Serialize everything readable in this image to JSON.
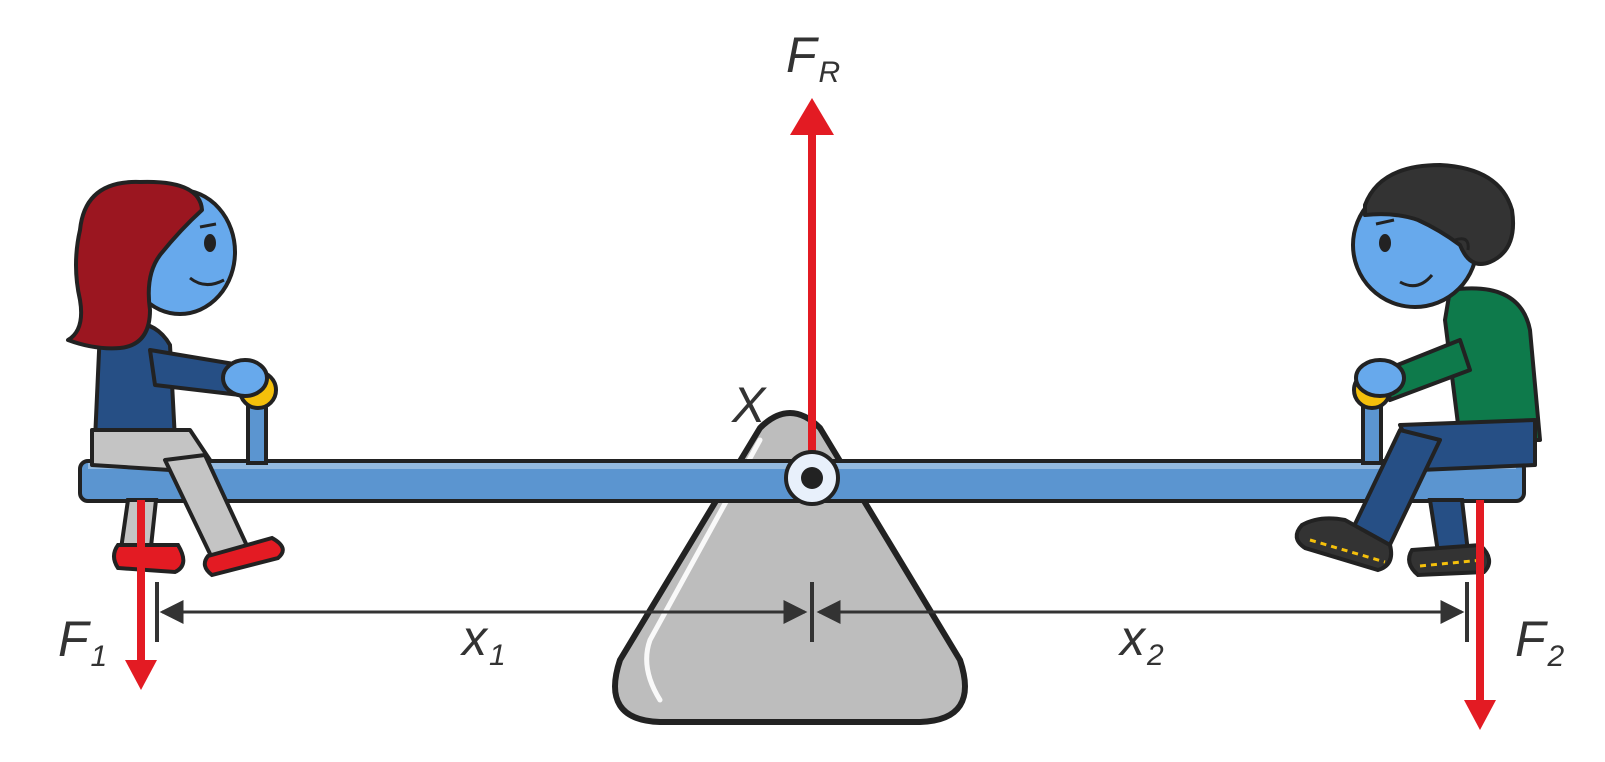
{
  "labels": {
    "reaction_force": {
      "main": "F",
      "sub": "R"
    },
    "pivot": "X",
    "force_left": {
      "main": "F",
      "sub": "1"
    },
    "force_right": {
      "main": "F",
      "sub": "2"
    },
    "distance_left": {
      "main": "x",
      "sub": "1"
    },
    "distance_right": {
      "main": "x",
      "sub": "2"
    }
  },
  "colors": {
    "arrow": "#e31b23",
    "outline": "#222222",
    "beam": "#5b95d0",
    "fulcrum": "#bdbdbd",
    "skin": "#67a9ec",
    "girl_hair": "#9b1620",
    "girl_shirt": "#264f85",
    "girl_pants": "#c4c4c4",
    "girl_shoes": "#e31b23",
    "boy_hair": "#333333",
    "boy_shirt": "#0e7a4b",
    "boy_pants": "#264f85",
    "boy_shoes": "#333333",
    "handle_knob": "#f5c00b",
    "dimension_line": "#333333"
  }
}
